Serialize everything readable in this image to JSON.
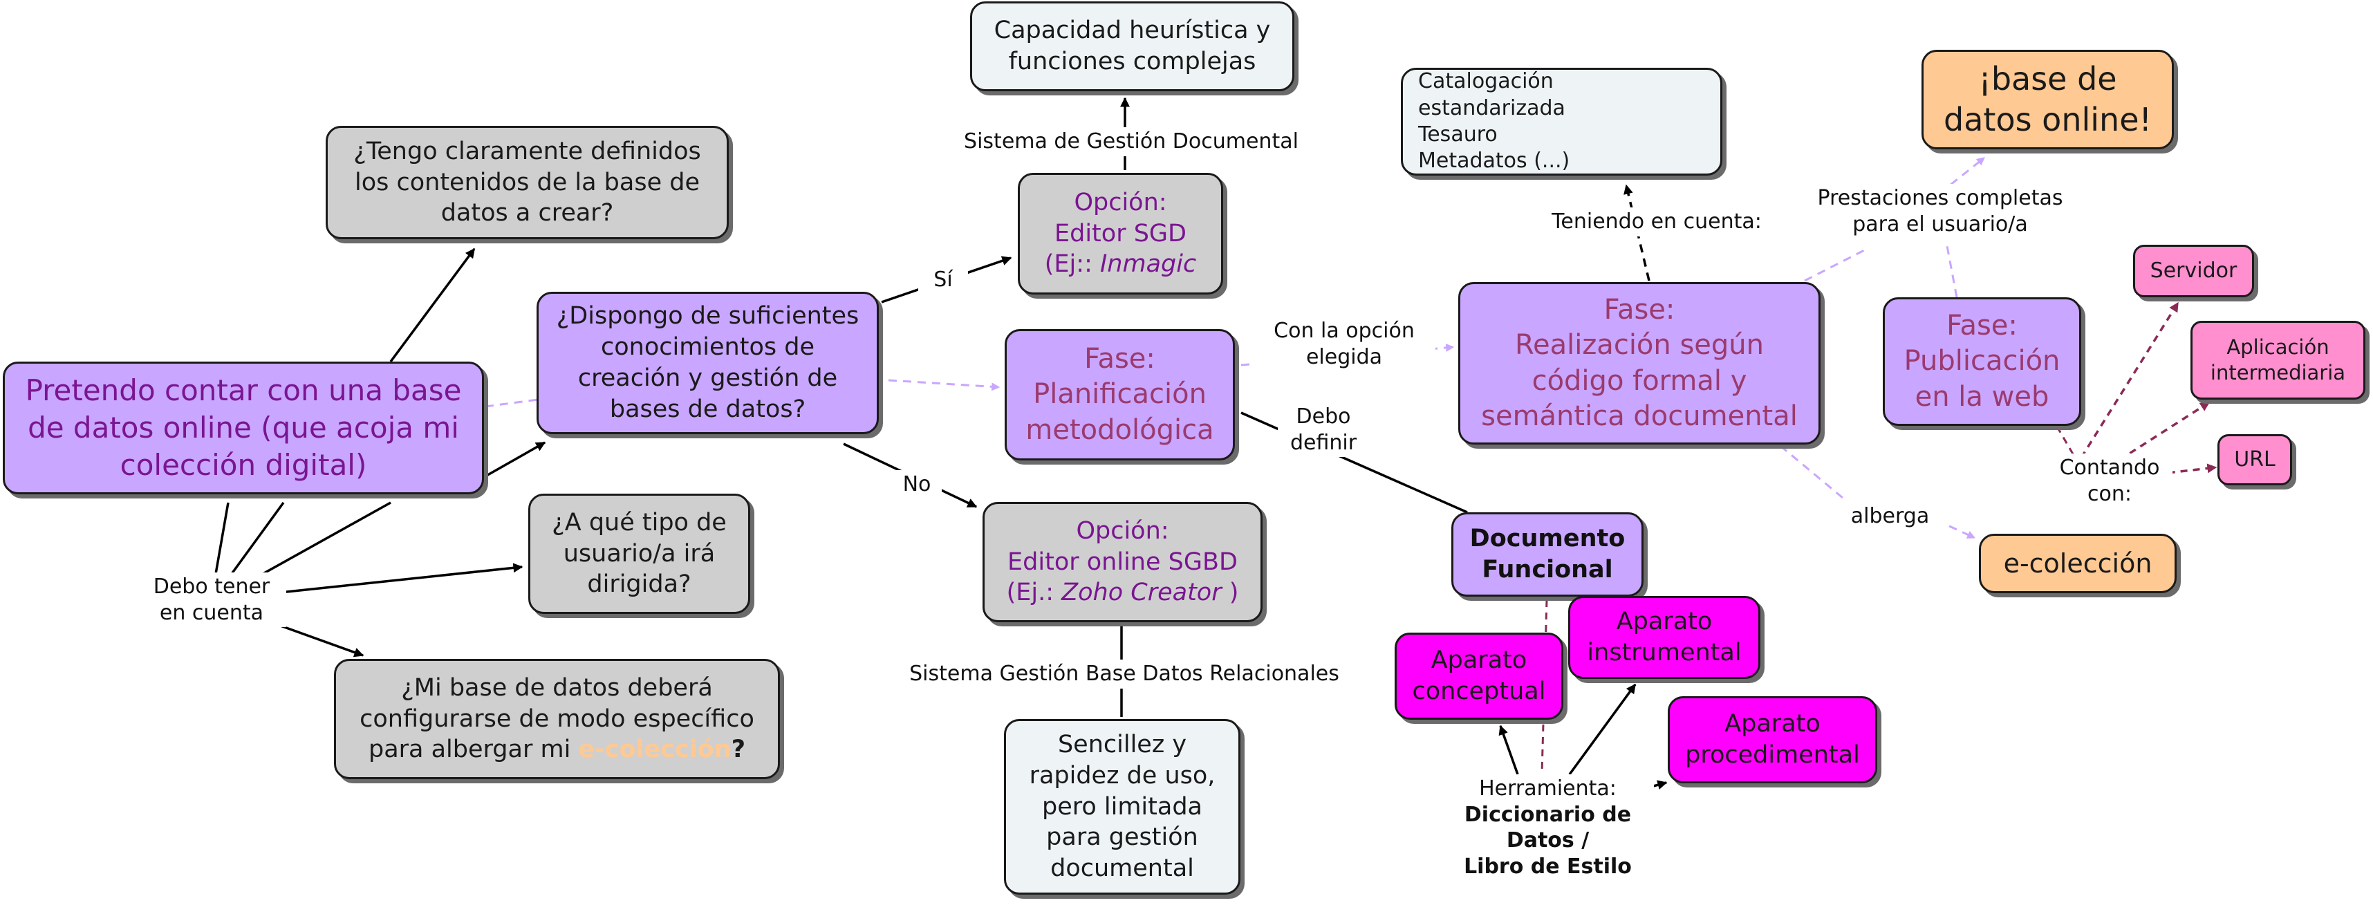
{
  "nodes": {
    "pretendo": "Pretendo contar con una base de datos online (que acoja mi colección digital)",
    "tengo": "¿Tengo claramente definidos los contenidos de la base de datos a crear?",
    "dispongo": "¿Dispongo de suficientes conocimientos de creación y gestión de bases de datos?",
    "usuario": "¿A qué tipo de usuario/a irá dirigida?",
    "mibase_pre": "¿Mi base de datos deberá configurarse de modo específico para albergar mi",
    "mibase_hl": "e-colección",
    "mibase_q": "?",
    "capacidad": "Capacidad heurística y funciones complejas",
    "sgd_l1": "Opción:",
    "sgd_l2": "Editor SGD",
    "sgd_l3a": "(Ej:: ",
    "sgd_l3b": "Inmagic",
    "plan_l1": "Fase:",
    "plan_l2": "Planificación",
    "plan_l3": "metodológica",
    "sgbd_l1": "Opción:",
    "sgbd_l2": "Editor online SGBD",
    "sgbd_l3a": "(Ej.: ",
    "sgbd_l3b": "Zoho Creator",
    "sgbd_l3c": " )",
    "sencillez": "Sencillez y rapidez de uso, pero limitada para gestión documental",
    "catalog_l1": "Catalogación estandarizada",
    "catalog_l2": "Tesauro",
    "catalog_l3": "Metadatos (...)",
    "realiz_l1": "Fase:",
    "realiz_l2": "Realización según",
    "realiz_l3": "código formal y",
    "realiz_l4": "semántica documental",
    "basedatos": "¡base de datos online!",
    "publi_l1": "Fase:",
    "publi_l2": "Publicación",
    "publi_l3": "en la web",
    "servidor": "Servidor",
    "aplicacion": "Aplicación intermediaria",
    "url": "URL",
    "ecoleccion": "e-colección",
    "docfunc": "Documento Funcional",
    "aparato_instr": "Aparato instrumental",
    "aparato_conc": "Aparato conceptual",
    "aparato_proc": "Aparato procedimental"
  },
  "labels": {
    "debo_tener_1": "Debo tener",
    "debo_tener_2": "en cuenta",
    "si": "Sí",
    "no": "No",
    "sistema_gd": "Sistema de Gestión Documental",
    "sistema_gbdr": "Sistema Gestión Base Datos Relacionales",
    "con_opcion_1": "Con la opción",
    "con_opcion_2": "elegida",
    "debo_def_1": "Debo",
    "debo_def_2": "definir",
    "teniendo": "Teniendo en cuenta:",
    "prest_1": "Prestaciones completas",
    "prest_2": "para el usuario/a",
    "alberga": "alberga",
    "contando_1": "Contando",
    "contando_2": "con:",
    "herr_1": "Herramienta:",
    "herr_2": "Diccionario de",
    "herr_3": "Datos /",
    "herr_4": "Libro de Estilo"
  },
  "colors": {
    "gray_node": "#cfcfcf",
    "light_node": "#eef4f6",
    "purple_node": "#c9a6ff",
    "magenta_node": "#ff00ff",
    "pink_node": "#ff8fcf",
    "orange_node": "#ffc993",
    "purple_text": "#7a1591",
    "rose_text": "#9b3a6e",
    "highlight_text": "#ffc993",
    "dashed_lavender": "#c9a6ff",
    "dashed_maroon": "#8b2a55"
  }
}
